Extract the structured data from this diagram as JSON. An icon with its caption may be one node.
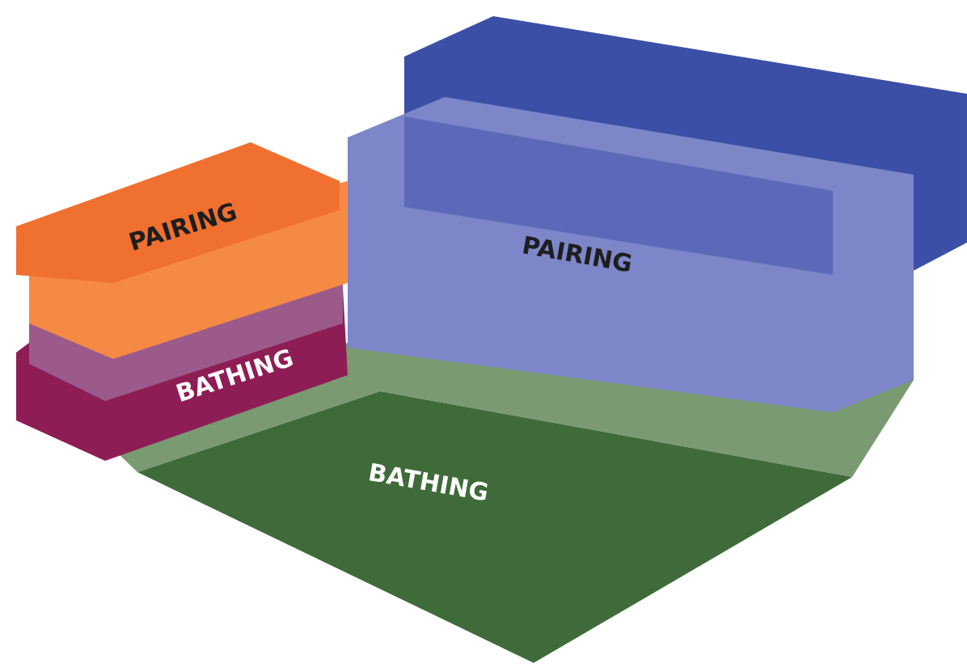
{
  "diagram": {
    "nodes": [
      {
        "text": [
          "PAIRING"
        ]
      },
      {
        "text": [
          "BATHING"
        ]
      },
      {
        "text": [
          "PAIRING"
        ]
      },
      {
        "text": [
          "BATHING"
        ]
      }
    ]
  }
}
